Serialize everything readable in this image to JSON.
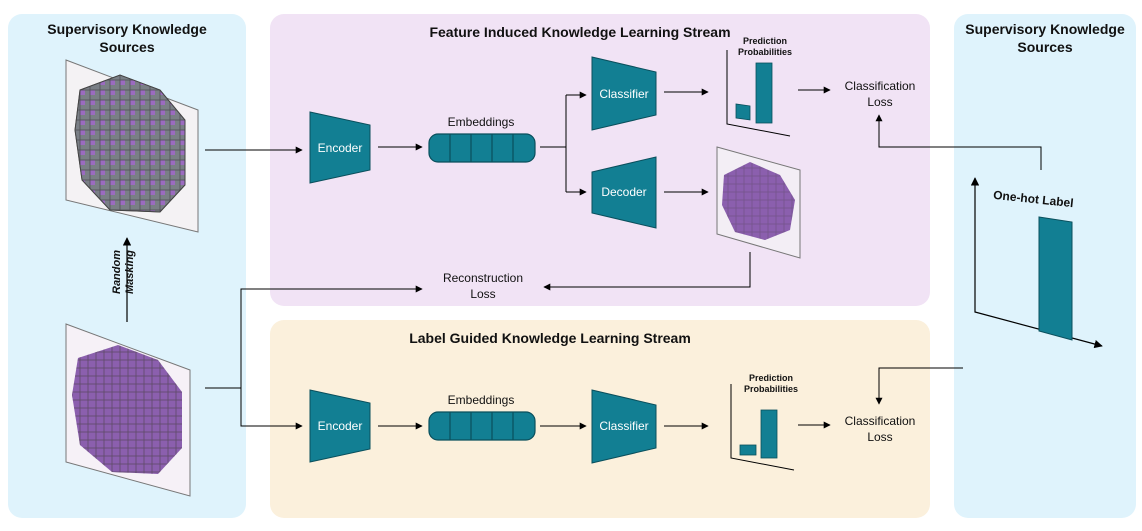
{
  "left_panel": {
    "title_line1": "Supervisory Knowledge",
    "title_line2": "Sources"
  },
  "right_panel": {
    "title_line1": "Supervisory Knowledge",
    "title_line2": "Sources",
    "onehot_label": "One-hot Label"
  },
  "masking": {
    "line1": "Random",
    "line2": "Masking"
  },
  "feature_stream": {
    "title": "Feature Induced Knowledge Learning Stream",
    "encoder": "Encoder",
    "embeddings": "Embeddings",
    "classifier": "Classifier",
    "decoder": "Decoder",
    "pred_line1": "Prediction",
    "pred_line2": "Probabilities",
    "loss_line1": "Classification",
    "loss_line2": "Loss",
    "recon_line1": "Reconstruction",
    "recon_line2": "Loss"
  },
  "label_stream": {
    "title": "Label Guided Knowledge Learning Stream",
    "encoder": "Encoder",
    "embeddings": "Embeddings",
    "classifier": "Classifier",
    "pred_line1": "Prediction",
    "pred_line2": "Probabilities",
    "loss_line1": "Classification",
    "loss_line2": "Loss"
  },
  "colors": {
    "block": "#127f93",
    "block_dark": "#0a4f5c",
    "left_bg": "#dff3fc",
    "feature_bg": "#f1e3f5",
    "label_bg": "#fbf0dc",
    "tissue": "#8b5fae"
  }
}
